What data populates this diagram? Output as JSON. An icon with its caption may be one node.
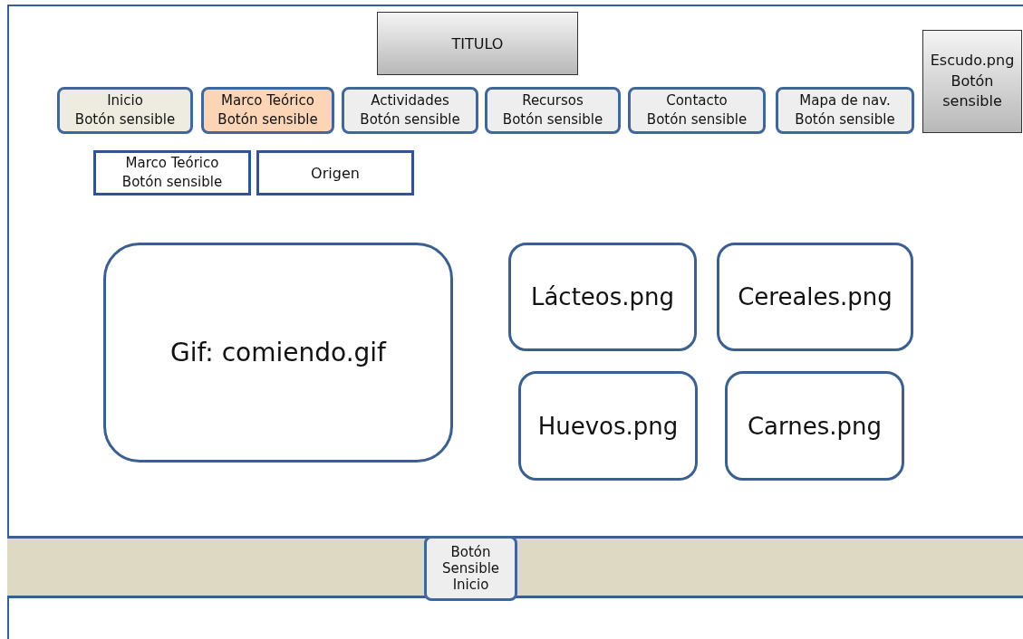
{
  "diagram": {
    "nodes": [
      {
        "text": [
          "TITULO"
        ]
      },
      {
        "text": [
          "Escudo.png",
          "Botón sensible"
        ]
      },
      {
        "text": [
          "Inicio",
          "Botón sensible"
        ]
      },
      {
        "text": [
          "Marco Teórico",
          "Botón sensible"
        ]
      },
      {
        "text": [
          "Actividades",
          "Botón sensible"
        ]
      },
      {
        "text": [
          "Recursos",
          "Botón sensible"
        ]
      },
      {
        "text": [
          "Contacto",
          "Botón sensible"
        ]
      },
      {
        "text": [
          "Mapa de nav.",
          "Botón sensible"
        ]
      },
      {
        "text": [
          "Marco Teórico",
          "Botón sensible"
        ]
      },
      {
        "text": [
          "Origen"
        ]
      },
      {
        "text": [
          "Gif: comiendo.gif"
        ]
      },
      {
        "text": [
          "Lácteos.png"
        ]
      },
      {
        "text": [
          "Cereales.png"
        ]
      },
      {
        "text": [
          "Huevos.png"
        ]
      },
      {
        "text": [
          "Carnes.png"
        ]
      },
      {
        "text": [],
        "shape": "bar"
      },
      {
        "text": [
          "Botón Sensible Inicio"
        ],
        "in": 15
      }
    ],
    "edges": []
  }
}
